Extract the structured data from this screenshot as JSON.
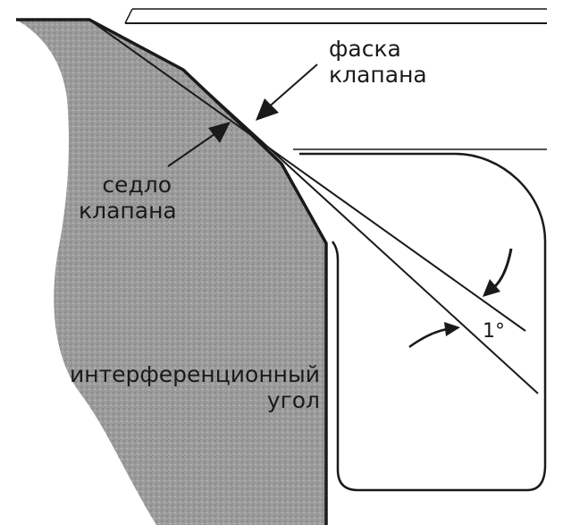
{
  "labels": {
    "valve_face_line1": "фаска",
    "valve_face_line2": "клапана",
    "valve_seat_line1": "седло",
    "valve_seat_line2": "клапана",
    "interference_line1": "интерференционный",
    "interference_line2": "угол",
    "angle_value": "1°"
  },
  "colors": {
    "stroke": "#1a1a1a",
    "head_fill": "#9a9a9a",
    "background": "#ffffff"
  }
}
